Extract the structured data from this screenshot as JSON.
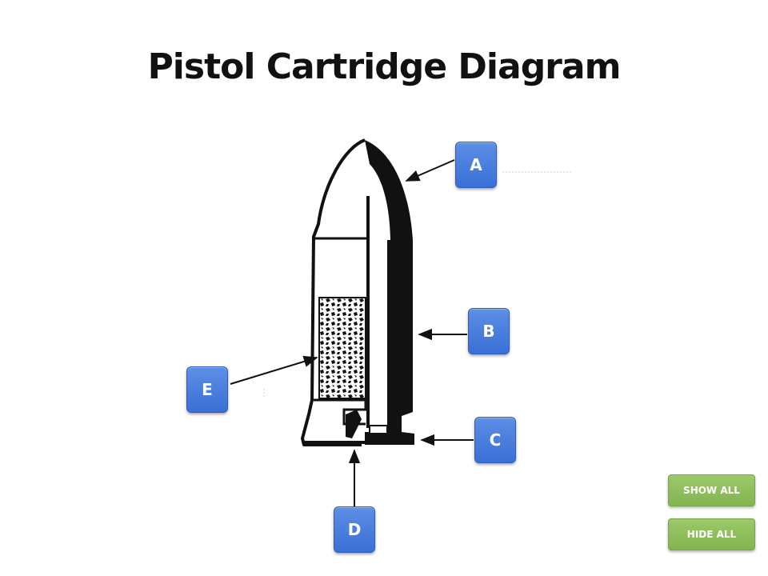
{
  "title": "Pistol Cartridge Diagram",
  "labels": {
    "a": "A",
    "b": "B",
    "c": "C",
    "d": "D",
    "e": "E"
  },
  "controls": {
    "show_all": "SHOW ALL",
    "hide_all": "HIDE ALL"
  },
  "colors": {
    "label_blue": "#4a7fe0",
    "control_green": "#8fbf5a"
  }
}
